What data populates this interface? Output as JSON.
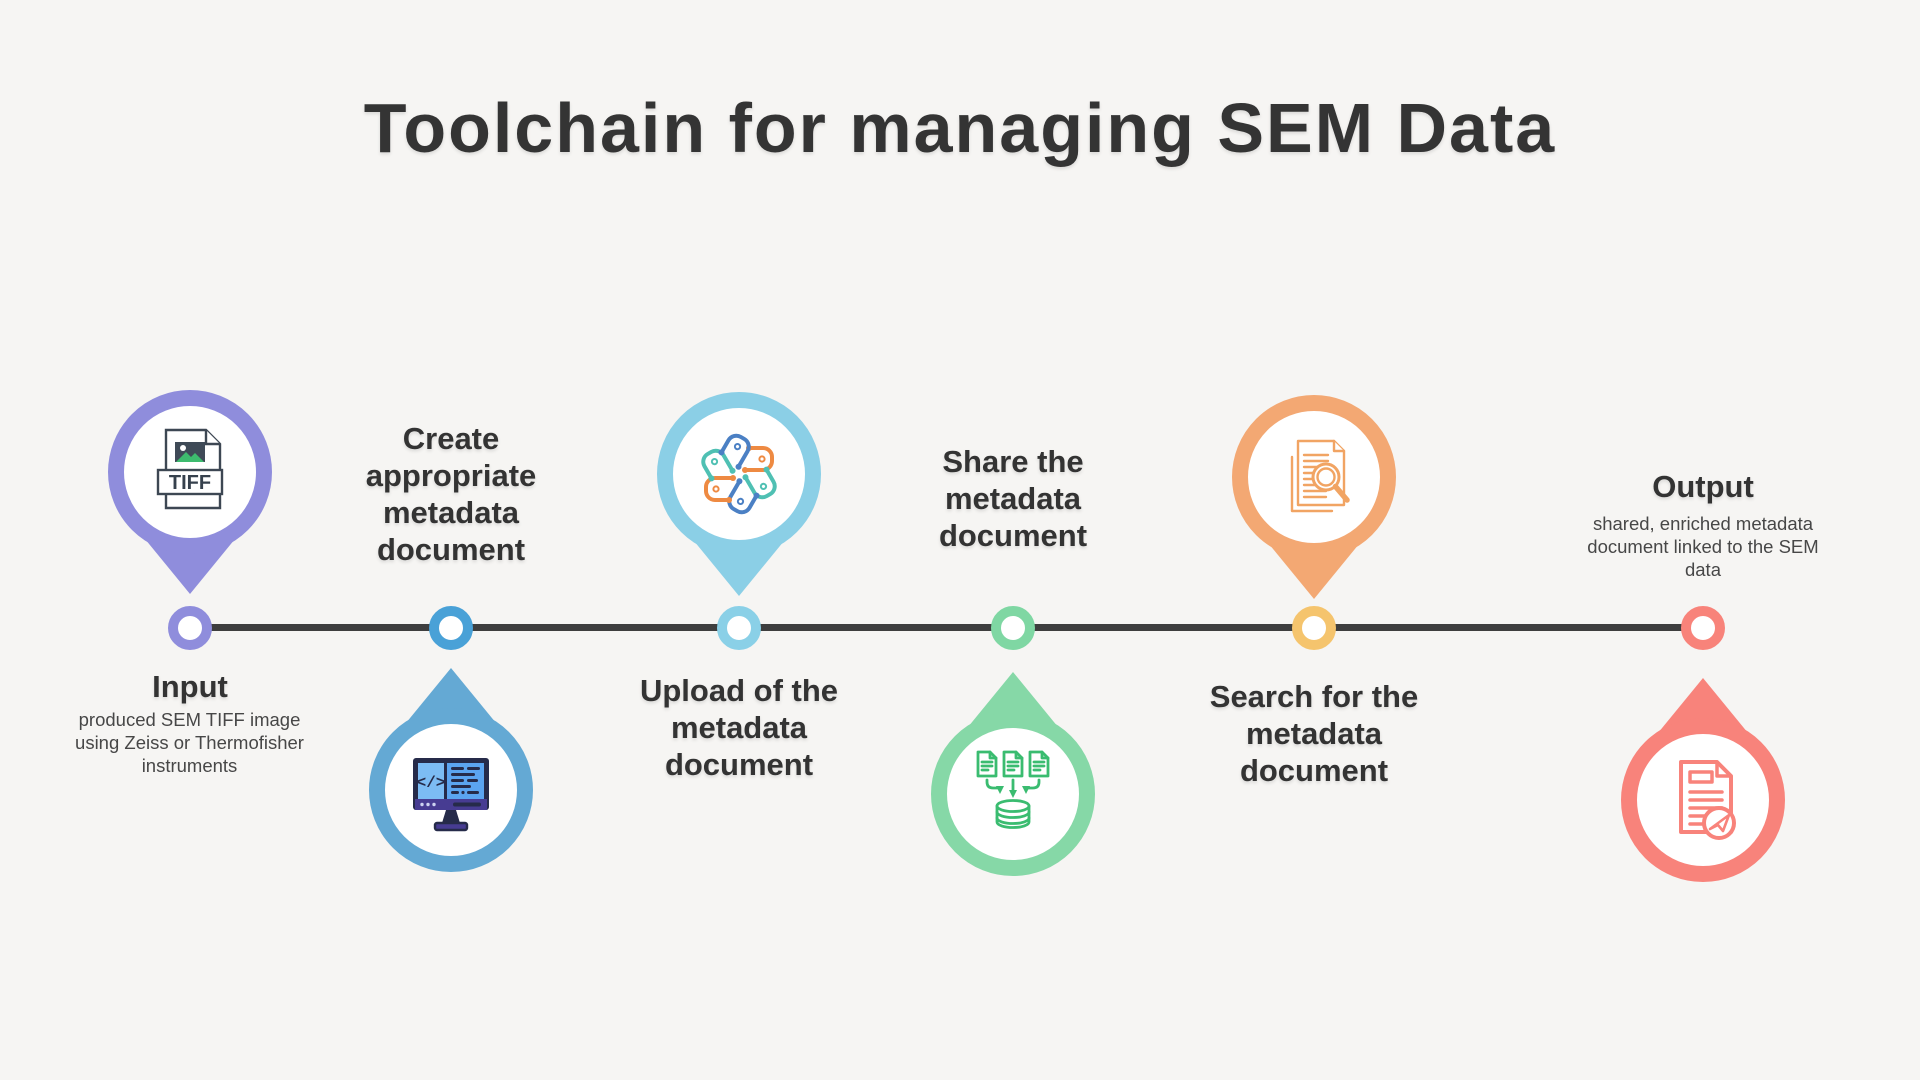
{
  "canvas": {
    "background": "#f6f5f3"
  },
  "title": {
    "text": "Toolchain for managing SEM Data",
    "color": "#343434"
  },
  "timeline": {
    "line_color": "#3e3e3e"
  },
  "nodes": [
    {
      "name": "input",
      "side": "above-line",
      "icon": "tiff-image-file-icon",
      "pin_color": "#8f8ddc",
      "dot_color": "#8f8ddc",
      "heading": "Input",
      "description": "produced SEM TIFF image using Zeiss or Thermofisher instruments",
      "file_badge": "TIFF"
    },
    {
      "name": "create-metadata",
      "side": "below-line",
      "icon": "code-monitor-icon",
      "pin_color": "#64a9d4",
      "dot_color": "#49a1d7",
      "label": "Create appropriate metadata document",
      "code_glyph": "</>"
    },
    {
      "name": "upload-metadata",
      "side": "above-line",
      "icon": "metadata-pinwheel-icon",
      "pin_color": "#8bcfe6",
      "dot_color": "#8ad0e7",
      "label": "Upload of the metadata document"
    },
    {
      "name": "share-metadata",
      "side": "below-line",
      "icon": "documents-to-database-icon",
      "pin_color": "#86d8a7",
      "dot_color": "#7fd7a3",
      "label": "Share the metadata document"
    },
    {
      "name": "search-metadata",
      "side": "above-line",
      "icon": "document-search-icon",
      "pin_color": "#f3a873",
      "dot_color": "#f5c46d",
      "label": "Search for the metadata document"
    },
    {
      "name": "output",
      "side": "below-line",
      "icon": "document-send-icon",
      "pin_color": "#f8837b",
      "dot_color": "#f8837a",
      "heading": "Output",
      "description": "shared, enriched metadata document linked to the SEM data"
    }
  ]
}
